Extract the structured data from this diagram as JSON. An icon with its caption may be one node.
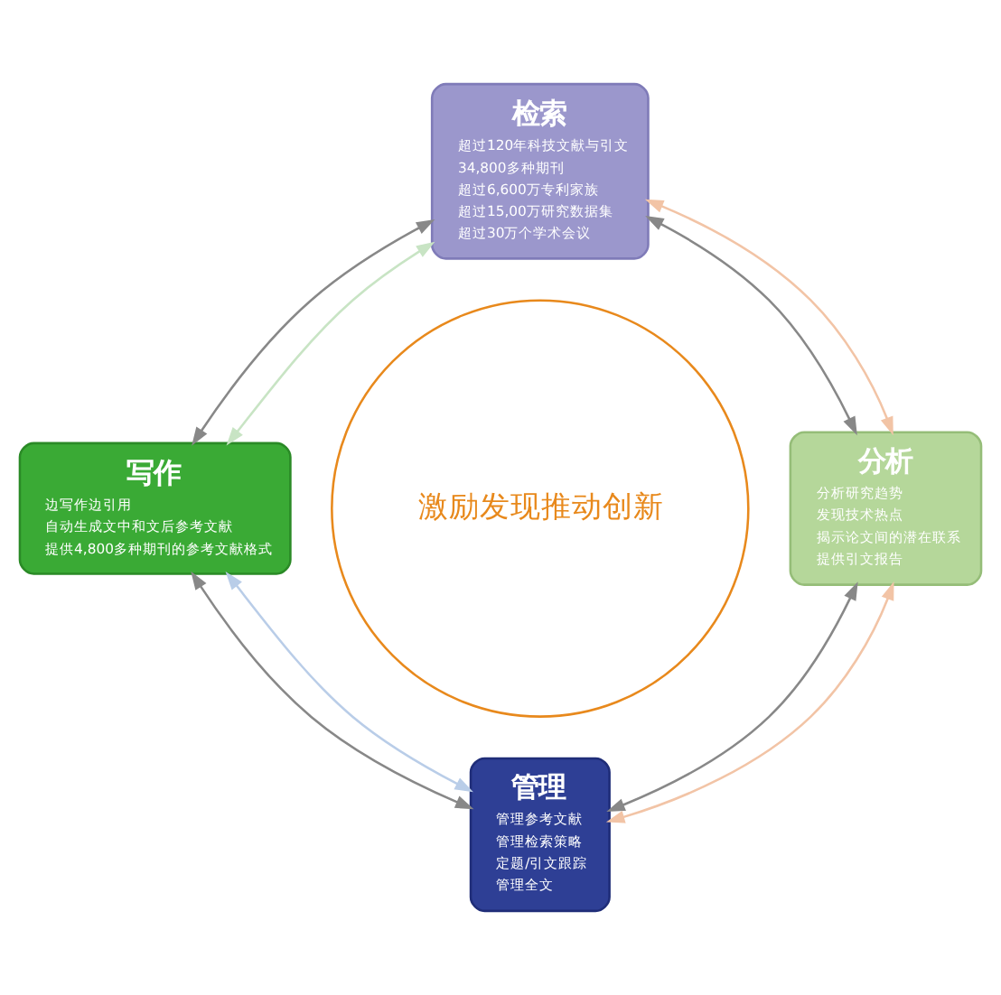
{
  "diagram": {
    "nodes": [
      {
        "text": [
          "激励发现推动创新"
        ]
      },
      {
        "text": [
          "检索",
          "超过120年科技文献与引文",
          "34,800多种期刊",
          "超过6,600万专利家族",
          "超过15,00万研究数据集",
          "超过30万个学术会议"
        ]
      },
      {
        "text": [
          "分析",
          "分析研究趋势",
          "发现技术热点",
          "揭示论文间的潜在联系",
          "提供引文报告"
        ]
      },
      {
        "text": [
          "管理",
          "管理参考文献",
          "管理检索策略",
          "定题/引文跟踪",
          "管理全文"
        ]
      },
      {
        "text": [
          "写作",
          "边写作边引用",
          "自动生成文中和文后参考文献",
          "提供4,800多种期刊的参考文献格式"
        ]
      }
    ],
    "edges": [
      {
        "from": 1,
        "to": 2,
        "arrow": "both"
      },
      {
        "from": 2,
        "to": 3,
        "arrow": "both"
      },
      {
        "from": 4,
        "to": 3,
        "arrow": "both"
      },
      {
        "from": 1,
        "to": 4,
        "arrow": "both"
      },
      {
        "from": 1,
        "to": 2,
        "arrow": "both",
        "color": "#f2c4a6"
      },
      {
        "from": 2,
        "to": 3,
        "arrow": "both",
        "color": "#f2c4a6"
      },
      {
        "from": 4,
        "to": 3,
        "arrow": "both",
        "color": "#b9cde8"
      },
      {
        "from": 1,
        "to": 4,
        "arrow": "both",
        "color": "#c8e4c4"
      }
    ]
  }
}
